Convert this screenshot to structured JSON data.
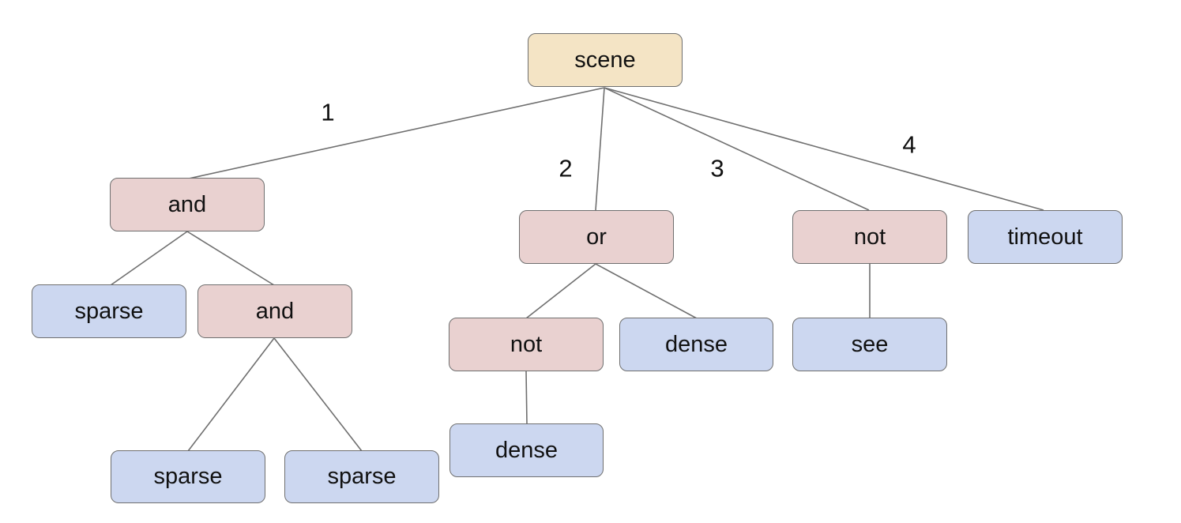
{
  "diagram": {
    "colors": {
      "root_fill": "#f4e4c5",
      "operator_fill": "#e9d1d0",
      "leaf_fill": "#ccd7f0",
      "border": "#6f6f6f",
      "edge": "#6f6f6f",
      "text": "#111111",
      "background": "#ffffff"
    },
    "nodes": {
      "scene": {
        "label": "scene"
      },
      "and1": {
        "label": "and"
      },
      "or1": {
        "label": "or"
      },
      "not1": {
        "label": "not"
      },
      "timeout": {
        "label": "timeout"
      },
      "sparse1": {
        "label": "sparse"
      },
      "and2": {
        "label": "and"
      },
      "not2": {
        "label": "not"
      },
      "dense1": {
        "label": "dense"
      },
      "see": {
        "label": "see"
      },
      "sparse2": {
        "label": "sparse"
      },
      "sparse3": {
        "label": "sparse"
      },
      "dense2": {
        "label": "dense"
      }
    },
    "edge_labels": {
      "e1": "1",
      "e2": "2",
      "e3": "3",
      "e4": "4"
    },
    "tree": {
      "label": "scene",
      "children": [
        {
          "edge_label": "1",
          "label": "and",
          "children": [
            {
              "label": "sparse"
            },
            {
              "label": "and",
              "children": [
                {
                  "label": "sparse"
                },
                {
                  "label": "sparse"
                }
              ]
            }
          ]
        },
        {
          "edge_label": "2",
          "label": "or",
          "children": [
            {
              "label": "not",
              "children": [
                {
                  "label": "dense"
                }
              ]
            },
            {
              "label": "dense"
            }
          ]
        },
        {
          "edge_label": "3",
          "label": "not",
          "children": [
            {
              "label": "see"
            }
          ]
        },
        {
          "edge_label": "4",
          "label": "timeout"
        }
      ]
    }
  }
}
